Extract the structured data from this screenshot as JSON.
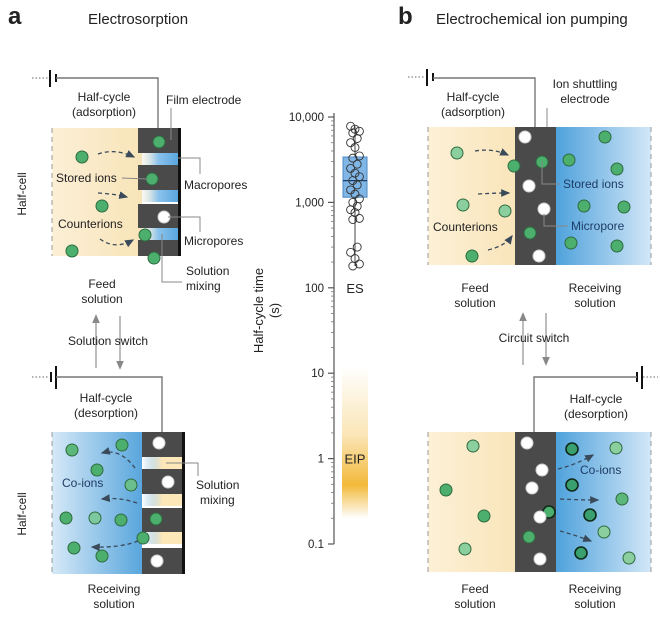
{
  "panel_a": {
    "letter": "a",
    "title": "Electrosorption",
    "top_cell": {
      "halfcycle_line1": "Half-cycle",
      "halfcycle_line2": "(adsorption)",
      "side_label": "Half-cell",
      "film_electrode": "Film electrode",
      "stored_ions": "Stored ions",
      "counterions": "Counterions",
      "macropores": "Macropores",
      "micropores": "Micropores",
      "solution_mixing_line1": "Solution",
      "solution_mixing_line2": "mixing",
      "solution_line1": "Feed",
      "solution_line2": "solution"
    },
    "switch_label": "Solution switch",
    "bottom_cell": {
      "halfcycle_line1": "Half-cycle",
      "halfcycle_line2": "(desorption)",
      "side_label": "Half-cell",
      "co_ions": "Co-ions",
      "solution_mixing_line1": "Solution",
      "solution_mixing_line2": "mixing",
      "solution_line1": "Receiving",
      "solution_line2": "solution"
    }
  },
  "panel_b": {
    "letter": "b",
    "title": "Electrochemical ion pumping",
    "top_cell": {
      "halfcycle_line1": "Half-cycle",
      "halfcycle_line2": "(adsorption)",
      "electrode_line1": "Ion shuttling",
      "electrode_line2": "electrode",
      "stored_ions": "Stored ions",
      "micropore": "Micropore",
      "counterions": "Counterions",
      "feed_line1": "Feed",
      "feed_line2": "solution",
      "receiving_line1": "Receiving",
      "receiving_line2": "solution"
    },
    "switch_label": "Circuit switch",
    "bottom_cell": {
      "halfcycle_line1": "Half-cycle",
      "halfcycle_line2": "(desorption)",
      "co_ions": "Co-ions",
      "feed_line1": "Feed",
      "feed_line2": "solution",
      "receiving_line1": "Receiving",
      "receiving_line2": "solution"
    }
  },
  "colors": {
    "feed": "#fbe9c4",
    "receiving": "#5aa9e0",
    "electrode": "#4a4a4a",
    "ion_fill": "#4caf6e",
    "ion_stroke": "#2e6b3f",
    "box_fill": "#7fb6e6",
    "eip_band": "#f2b630"
  },
  "chart_data": {
    "type": "box",
    "ylabel_line1": "Half-cycle time",
    "ylabel_line2": "(s)",
    "yscale": "log",
    "ylim": [
      0.1,
      10000
    ],
    "yticks": [
      {
        "value": 10000,
        "label": "10,000"
      },
      {
        "value": 1000,
        "label": "1,000"
      },
      {
        "value": 100,
        "label": "100"
      },
      {
        "value": 10,
        "label": "10"
      },
      {
        "value": 1,
        "label": "1"
      },
      {
        "value": 0.1,
        "label": "0.1"
      }
    ],
    "series": [
      {
        "name": "ES",
        "label": "ES",
        "kind": "boxplot",
        "min": 180,
        "q1": 1150,
        "median": 1800,
        "q3": 3400,
        "max": 7800,
        "points": [
          7800,
          7200,
          6800,
          6500,
          5600,
          5000,
          4400,
          3500,
          3300,
          2800,
          2500,
          2200,
          2000,
          1800,
          1600,
          1400,
          1250,
          1100,
          1000,
          900,
          820,
          760,
          650,
          630,
          300,
          260,
          220,
          190,
          180
        ]
      },
      {
        "name": "EIP",
        "label": "EIP",
        "kind": "range-band",
        "low": 0.2,
        "high": 12,
        "peak": 0.5
      }
    ]
  }
}
